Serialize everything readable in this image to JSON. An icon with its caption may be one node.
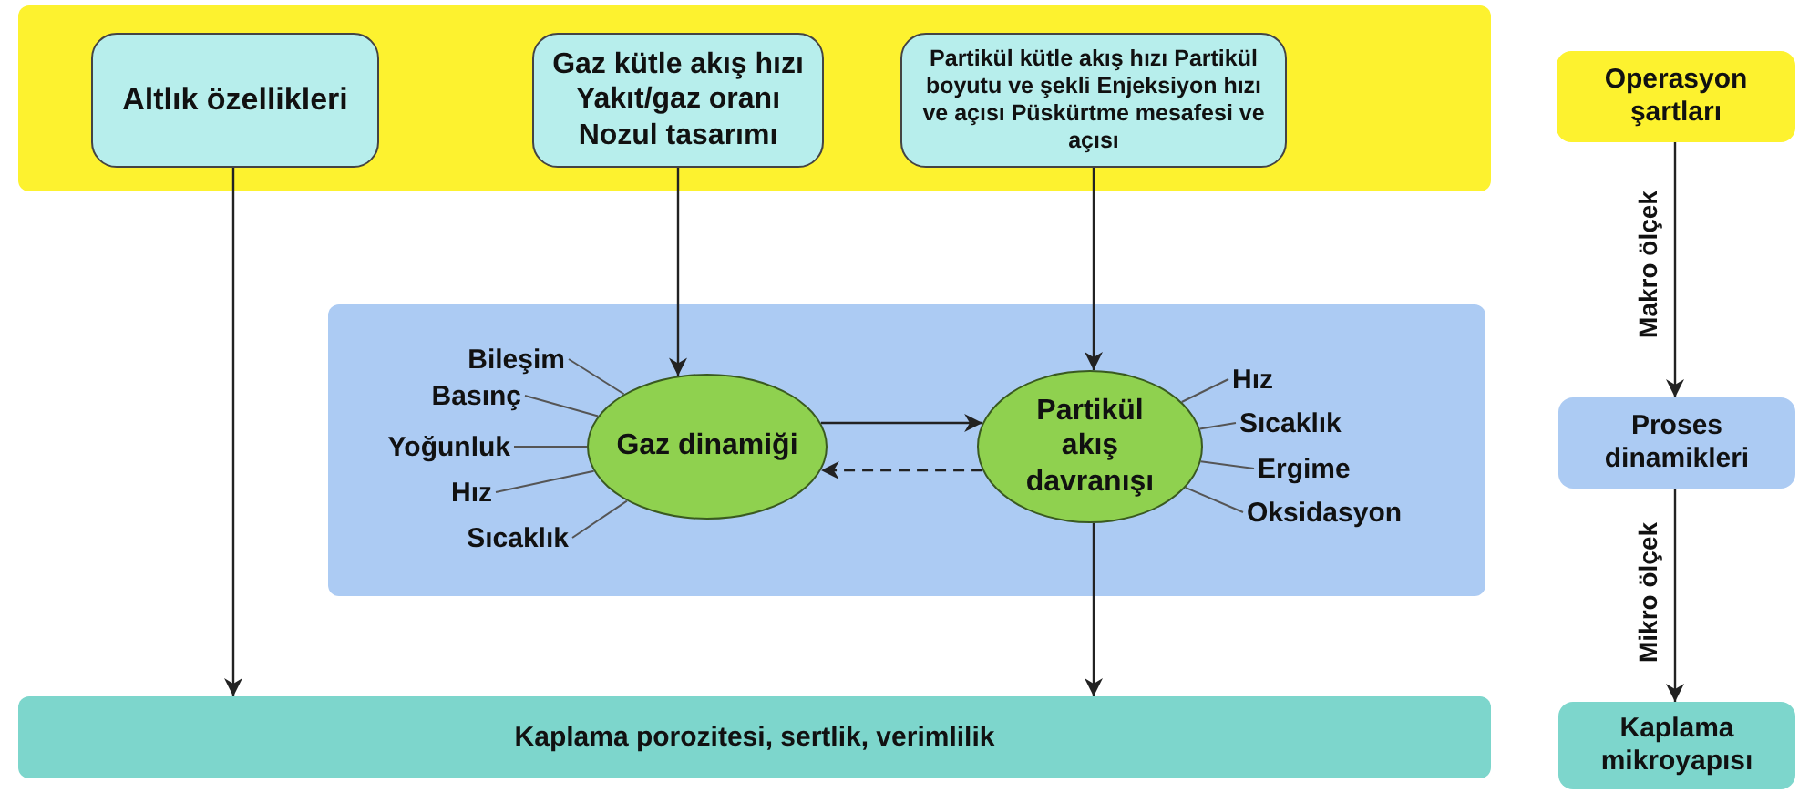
{
  "diagram": {
    "nodes": [
      {
        "text": [],
        "shape": "box"
      },
      {
        "text": [
          "Altlık özellikleri"
        ],
        "in": 0
      },
      {
        "text": [
          "Gaz kütle akış hızı Yakıt/gaz oranı Nozul tasarımı"
        ],
        "in": 0
      },
      {
        "text": [
          "Partikül kütle akış hızı Partikül boyutu ve şekli Enjeksiyon hızı ve açısı Püskürtme mesafesi ve açısı"
        ],
        "in": 0
      },
      {
        "text": [],
        "shape": "box"
      },
      {
        "text": [
          "Gaz dinamiği"
        ],
        "in": 4
      },
      {
        "text": [
          "Partikül akış davranışı"
        ],
        "in": 4
      },
      {
        "text": [
          "Kaplama porozitesi, sertlik, verimlilik"
        ]
      },
      {
        "text": [
          "Operasyon şartları"
        ]
      },
      {
        "text": [
          "Proses dinamikleri"
        ]
      },
      {
        "text": [
          "Kaplama mikroyapısı"
        ]
      },
      {
        "text": [
          "Bileşim"
        ],
        "in": 4
      },
      {
        "text": [
          "Basınç"
        ],
        "in": 4
      },
      {
        "text": [
          "Yoğunluk"
        ],
        "in": 4
      },
      {
        "text": [
          "Hız"
        ],
        "in": 4
      },
      {
        "text": [
          "Sıcaklık"
        ],
        "in": 4
      },
      {
        "text": [
          "Hız"
        ],
        "in": 4
      },
      {
        "text": [
          "Sıcaklık"
        ],
        "in": 4
      },
      {
        "text": [
          "Ergime"
        ],
        "in": 4
      },
      {
        "text": [
          "Oksidasyon"
        ],
        "in": 4
      }
    ],
    "edges": [
      {
        "from": 1,
        "to": 7,
        "arrow": "to"
      },
      {
        "from": 2,
        "to": 5,
        "arrow": "to"
      },
      {
        "from": 3,
        "to": 6,
        "arrow": "to"
      },
      {
        "from": 5,
        "to": 6,
        "arrow": "to"
      },
      {
        "from": 6,
        "to": 5,
        "arrow": "to",
        "style": "dashed"
      },
      {
        "from": 6,
        "to": 7,
        "arrow": "to"
      },
      {
        "from": 8,
        "to": 9,
        "arrow": "to",
        "label": "Makro ölçek"
      },
      {
        "from": 9,
        "to": 10,
        "arrow": "to",
        "label": "Mikro ölçek"
      },
      {
        "from": 11,
        "to": 5,
        "arrow": "none"
      },
      {
        "from": 12,
        "to": 5,
        "arrow": "none"
      },
      {
        "from": 13,
        "to": 5,
        "arrow": "none"
      },
      {
        "from": 14,
        "to": 5,
        "arrow": "none"
      },
      {
        "from": 15,
        "to": 5,
        "arrow": "none"
      },
      {
        "from": 16,
        "to": 6,
        "arrow": "none"
      },
      {
        "from": 17,
        "to": 6,
        "arrow": "none"
      },
      {
        "from": 18,
        "to": 6,
        "arrow": "none"
      },
      {
        "from": 19,
        "to": 6,
        "arrow": "none"
      }
    ]
  }
}
